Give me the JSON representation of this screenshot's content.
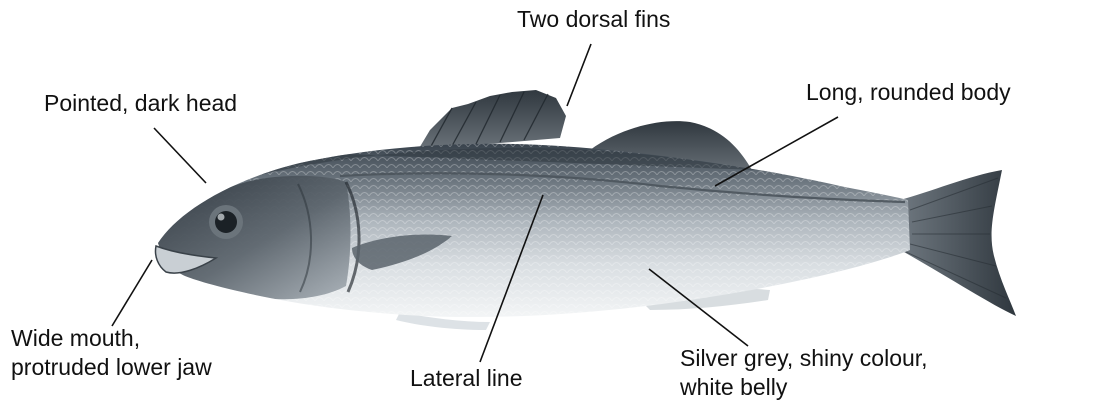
{
  "colors": {
    "background": "#ffffff",
    "label_text": "#111111",
    "leader_line": "#111111",
    "fish_dark_back": "#3e4852",
    "fish_silver": "#b7bfc6",
    "fish_belly": "#eef1f3",
    "fish_fin": "#4a525a"
  },
  "labels": {
    "dorsal_fins": "Two dorsal fins",
    "head": "Pointed, dark head",
    "body": "Long, rounded body",
    "mouth_line1": "Wide mouth,",
    "mouth_line2": "protruded lower jaw",
    "lateral_line": "Lateral line",
    "colour_line1": "Silver grey, shiny colour,",
    "colour_line2": "white belly"
  }
}
